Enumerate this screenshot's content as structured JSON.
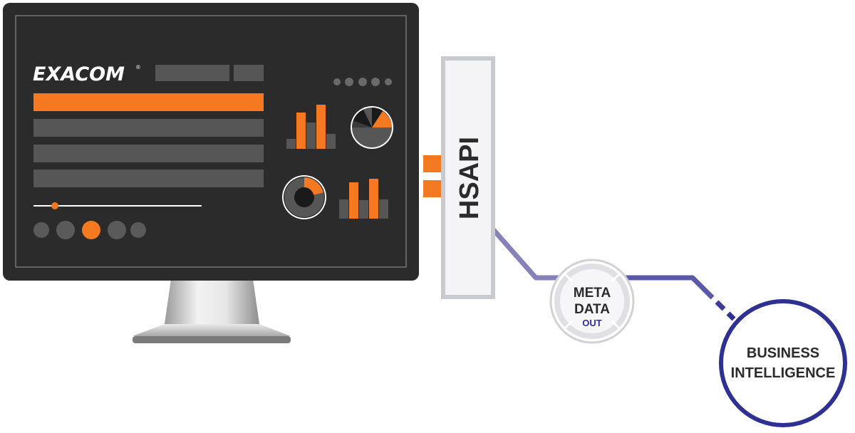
{
  "monitor": {
    "logo_text": "EXACOM",
    "logo_reg": "®"
  },
  "api": {
    "label": "HSAPI"
  },
  "metadata": {
    "line1": "META",
    "line2": "DATA",
    "line3": "OUT"
  },
  "bi": {
    "line1": "BUSINESS",
    "line2": "INTELLIGENCE"
  },
  "colors": {
    "accent": "#f47920",
    "screen": "#2b2b2b",
    "gray_bar": "#565656",
    "dot": "#5a5a5a",
    "connector": "#8482b8",
    "bi_ring": "#2e3192",
    "api_border": "#c9c9d0",
    "api_fill": "#f4f4f6"
  }
}
